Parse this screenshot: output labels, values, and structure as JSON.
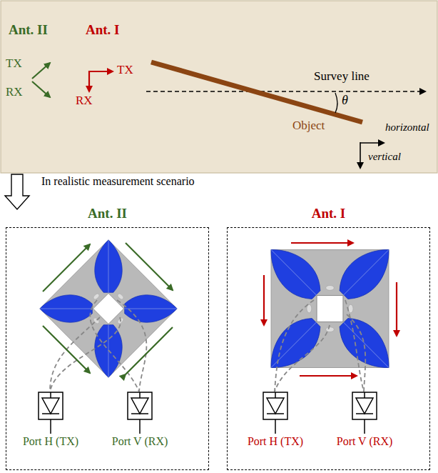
{
  "diagram": {
    "nodes": [
      {
        "text": [
          "Ant. II"
        ]
      },
      {
        "text": [
          "Port H (TX)"
        ],
        "in": 0
      },
      {
        "text": [
          "Port V (RX)"
        ],
        "in": 0
      },
      {
        "text": [
          "Ant. I"
        ]
      },
      {
        "text": [
          "Port H (TX)"
        ],
        "in": 3
      },
      {
        "text": [
          "Port V (RX)"
        ],
        "in": 3
      }
    ],
    "labels": [
      "Ant. II",
      "Ant. I",
      "TX",
      "RX",
      "TX",
      "RX",
      "Survey line",
      "θ",
      "Object",
      "horizontal",
      "vertical",
      "In realistic measurement scenario"
    ]
  }
}
